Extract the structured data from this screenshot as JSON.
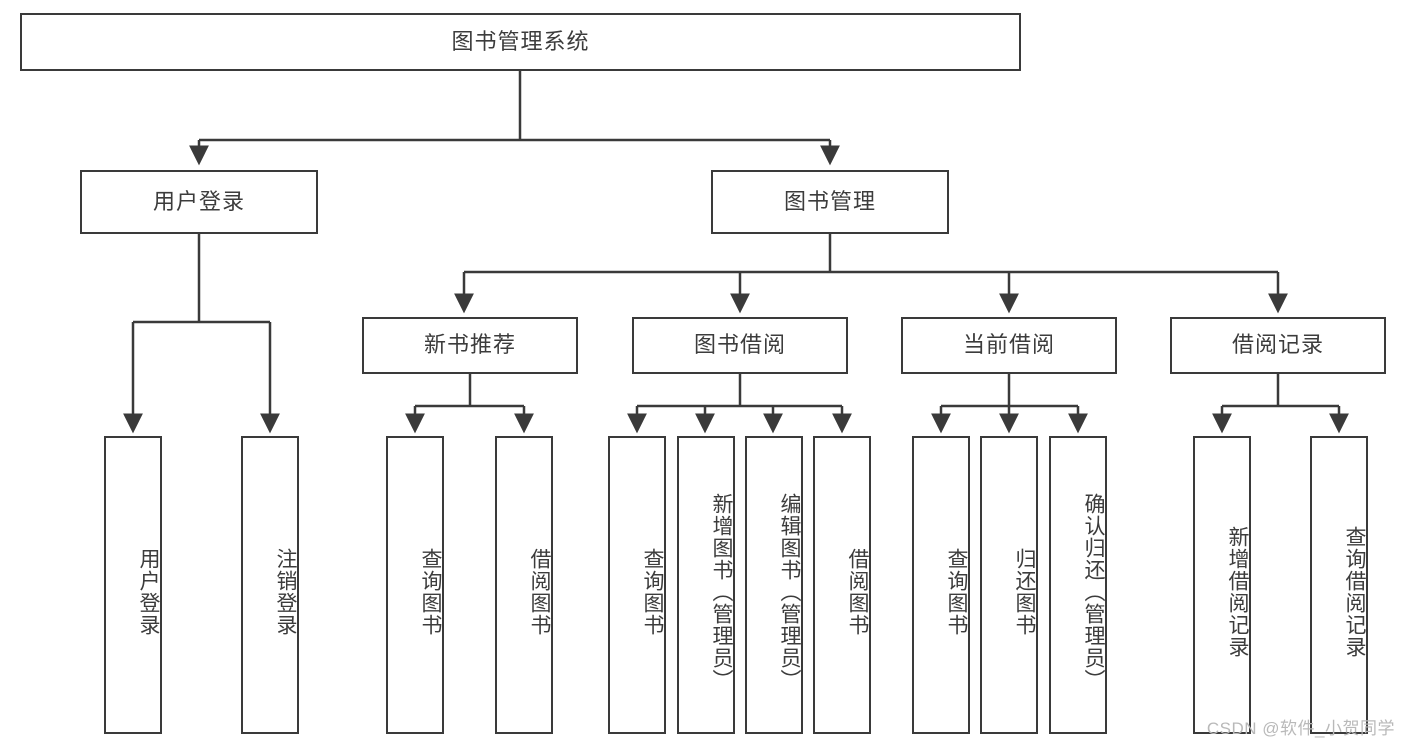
{
  "diagram": {
    "type": "tree-hierarchy",
    "title": "图书管理系统",
    "watermark": "CSDN @软件_小贺同学",
    "colors": {
      "box_border": "#3a3a3a",
      "box_fill": "#ffffff",
      "text": "#3c3c3c",
      "connector": "#3a3a3a",
      "watermark": "#b9b9b9",
      "background": "#ffffff"
    },
    "levels": {
      "level1": [
        {
          "id": "root",
          "label": "图书管理系统",
          "orientation": "horizontal"
        }
      ],
      "level2": [
        {
          "id": "user-login",
          "label": "用户登录",
          "orientation": "horizontal",
          "parent": "root"
        },
        {
          "id": "book-manage",
          "label": "图书管理",
          "orientation": "horizontal",
          "parent": "root"
        }
      ],
      "level3": [
        {
          "id": "new-book-rec",
          "label": "新书推荐",
          "orientation": "horizontal",
          "parent": "book-manage"
        },
        {
          "id": "book-borrow",
          "label": "图书借阅",
          "orientation": "horizontal",
          "parent": "book-manage"
        },
        {
          "id": "current-borrow",
          "label": "当前借阅",
          "orientation": "horizontal",
          "parent": "book-manage"
        },
        {
          "id": "borrow-record",
          "label": "借阅记录",
          "orientation": "horizontal",
          "parent": "book-manage"
        }
      ],
      "leaves": [
        {
          "id": "leaf-user-login",
          "label": "用户登录",
          "orientation": "vertical",
          "parent": "user-login"
        },
        {
          "id": "leaf-logout-login",
          "label": "注销登录",
          "orientation": "vertical",
          "parent": "user-login"
        },
        {
          "id": "leaf-query-book-1",
          "label": "查询图书",
          "orientation": "vertical",
          "parent": "new-book-rec"
        },
        {
          "id": "leaf-borrow-book-1",
          "label": "借阅图书",
          "orientation": "vertical",
          "parent": "new-book-rec"
        },
        {
          "id": "leaf-query-book-2",
          "label": "查询图书",
          "orientation": "vertical",
          "parent": "book-borrow"
        },
        {
          "id": "leaf-add-book",
          "label": "新增图书（管理员）",
          "orientation": "vertical",
          "parent": "book-borrow"
        },
        {
          "id": "leaf-edit-book",
          "label": "编辑图书（管理员）",
          "orientation": "vertical",
          "parent": "book-borrow"
        },
        {
          "id": "leaf-borrow-book-2",
          "label": "借阅图书",
          "orientation": "vertical",
          "parent": "book-borrow"
        },
        {
          "id": "leaf-query-book-3",
          "label": "查询图书",
          "orientation": "vertical",
          "parent": "current-borrow"
        },
        {
          "id": "leaf-return-book",
          "label": "归还图书",
          "orientation": "vertical",
          "parent": "current-borrow"
        },
        {
          "id": "leaf-confirm-return",
          "label": "确认归还（管理员）",
          "orientation": "vertical",
          "parent": "current-borrow"
        },
        {
          "id": "leaf-add-record",
          "label": "新增借阅记录",
          "orientation": "vertical",
          "parent": "borrow-record"
        },
        {
          "id": "leaf-query-record",
          "label": "查询借阅记录",
          "orientation": "vertical",
          "parent": "borrow-record"
        }
      ]
    }
  }
}
